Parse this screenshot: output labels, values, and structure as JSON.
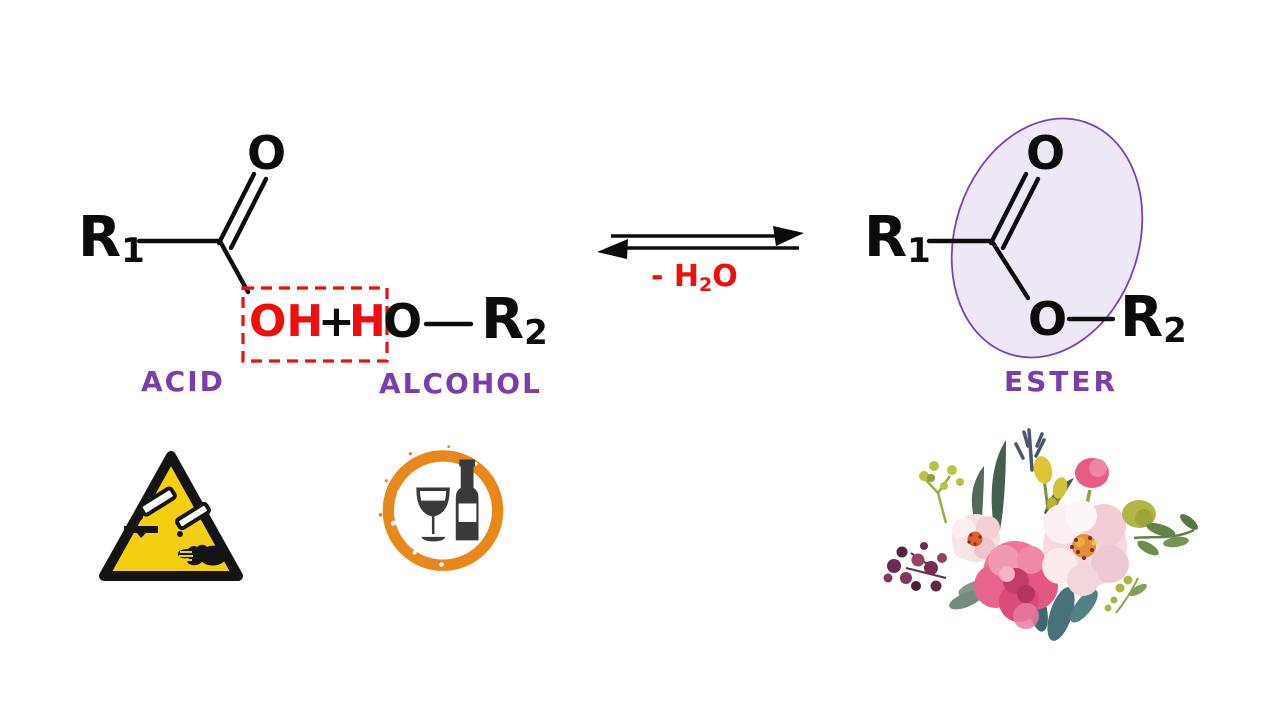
{
  "reaction": {
    "reactants": {
      "acid": {
        "r_group": "R",
        "r_sub": "1",
        "carbonyl_o": "O",
        "leaving_oh": "OH",
        "label": "ACID"
      },
      "plus_sign": "+",
      "alcohol": {
        "leaving_h": "H",
        "oxygen": "O",
        "r_group": "R",
        "r_sub": "2",
        "label": "ALCOHOL"
      }
    },
    "equilibrium": {
      "byproduct_prefix": "- H",
      "byproduct_sub": "2",
      "byproduct_suffix": "O"
    },
    "product": {
      "ester": {
        "r1_group": "R",
        "r1_sub": "1",
        "carbonyl_o": "O",
        "ester_o": "O",
        "r2_group": "R",
        "r2_sub": "2",
        "label": "ESTER"
      }
    }
  },
  "colors": {
    "bond_black": "#0c0c0c",
    "highlight_red": "#ee0e0e",
    "label_purple": "#7a3eab",
    "ellipse_stroke_purple": "#7b42b8",
    "ellipse_fill_lavender": "#ece4f5",
    "hazard_yellow": "#f3cf11",
    "wine_ring_orange": "#e8871c",
    "icon_dark_gray": "#3a3a3a"
  },
  "icons": [
    {
      "name": "corrosive-hazard-icon"
    },
    {
      "name": "wine-icon"
    },
    {
      "name": "flower-bouquet-image"
    }
  ]
}
